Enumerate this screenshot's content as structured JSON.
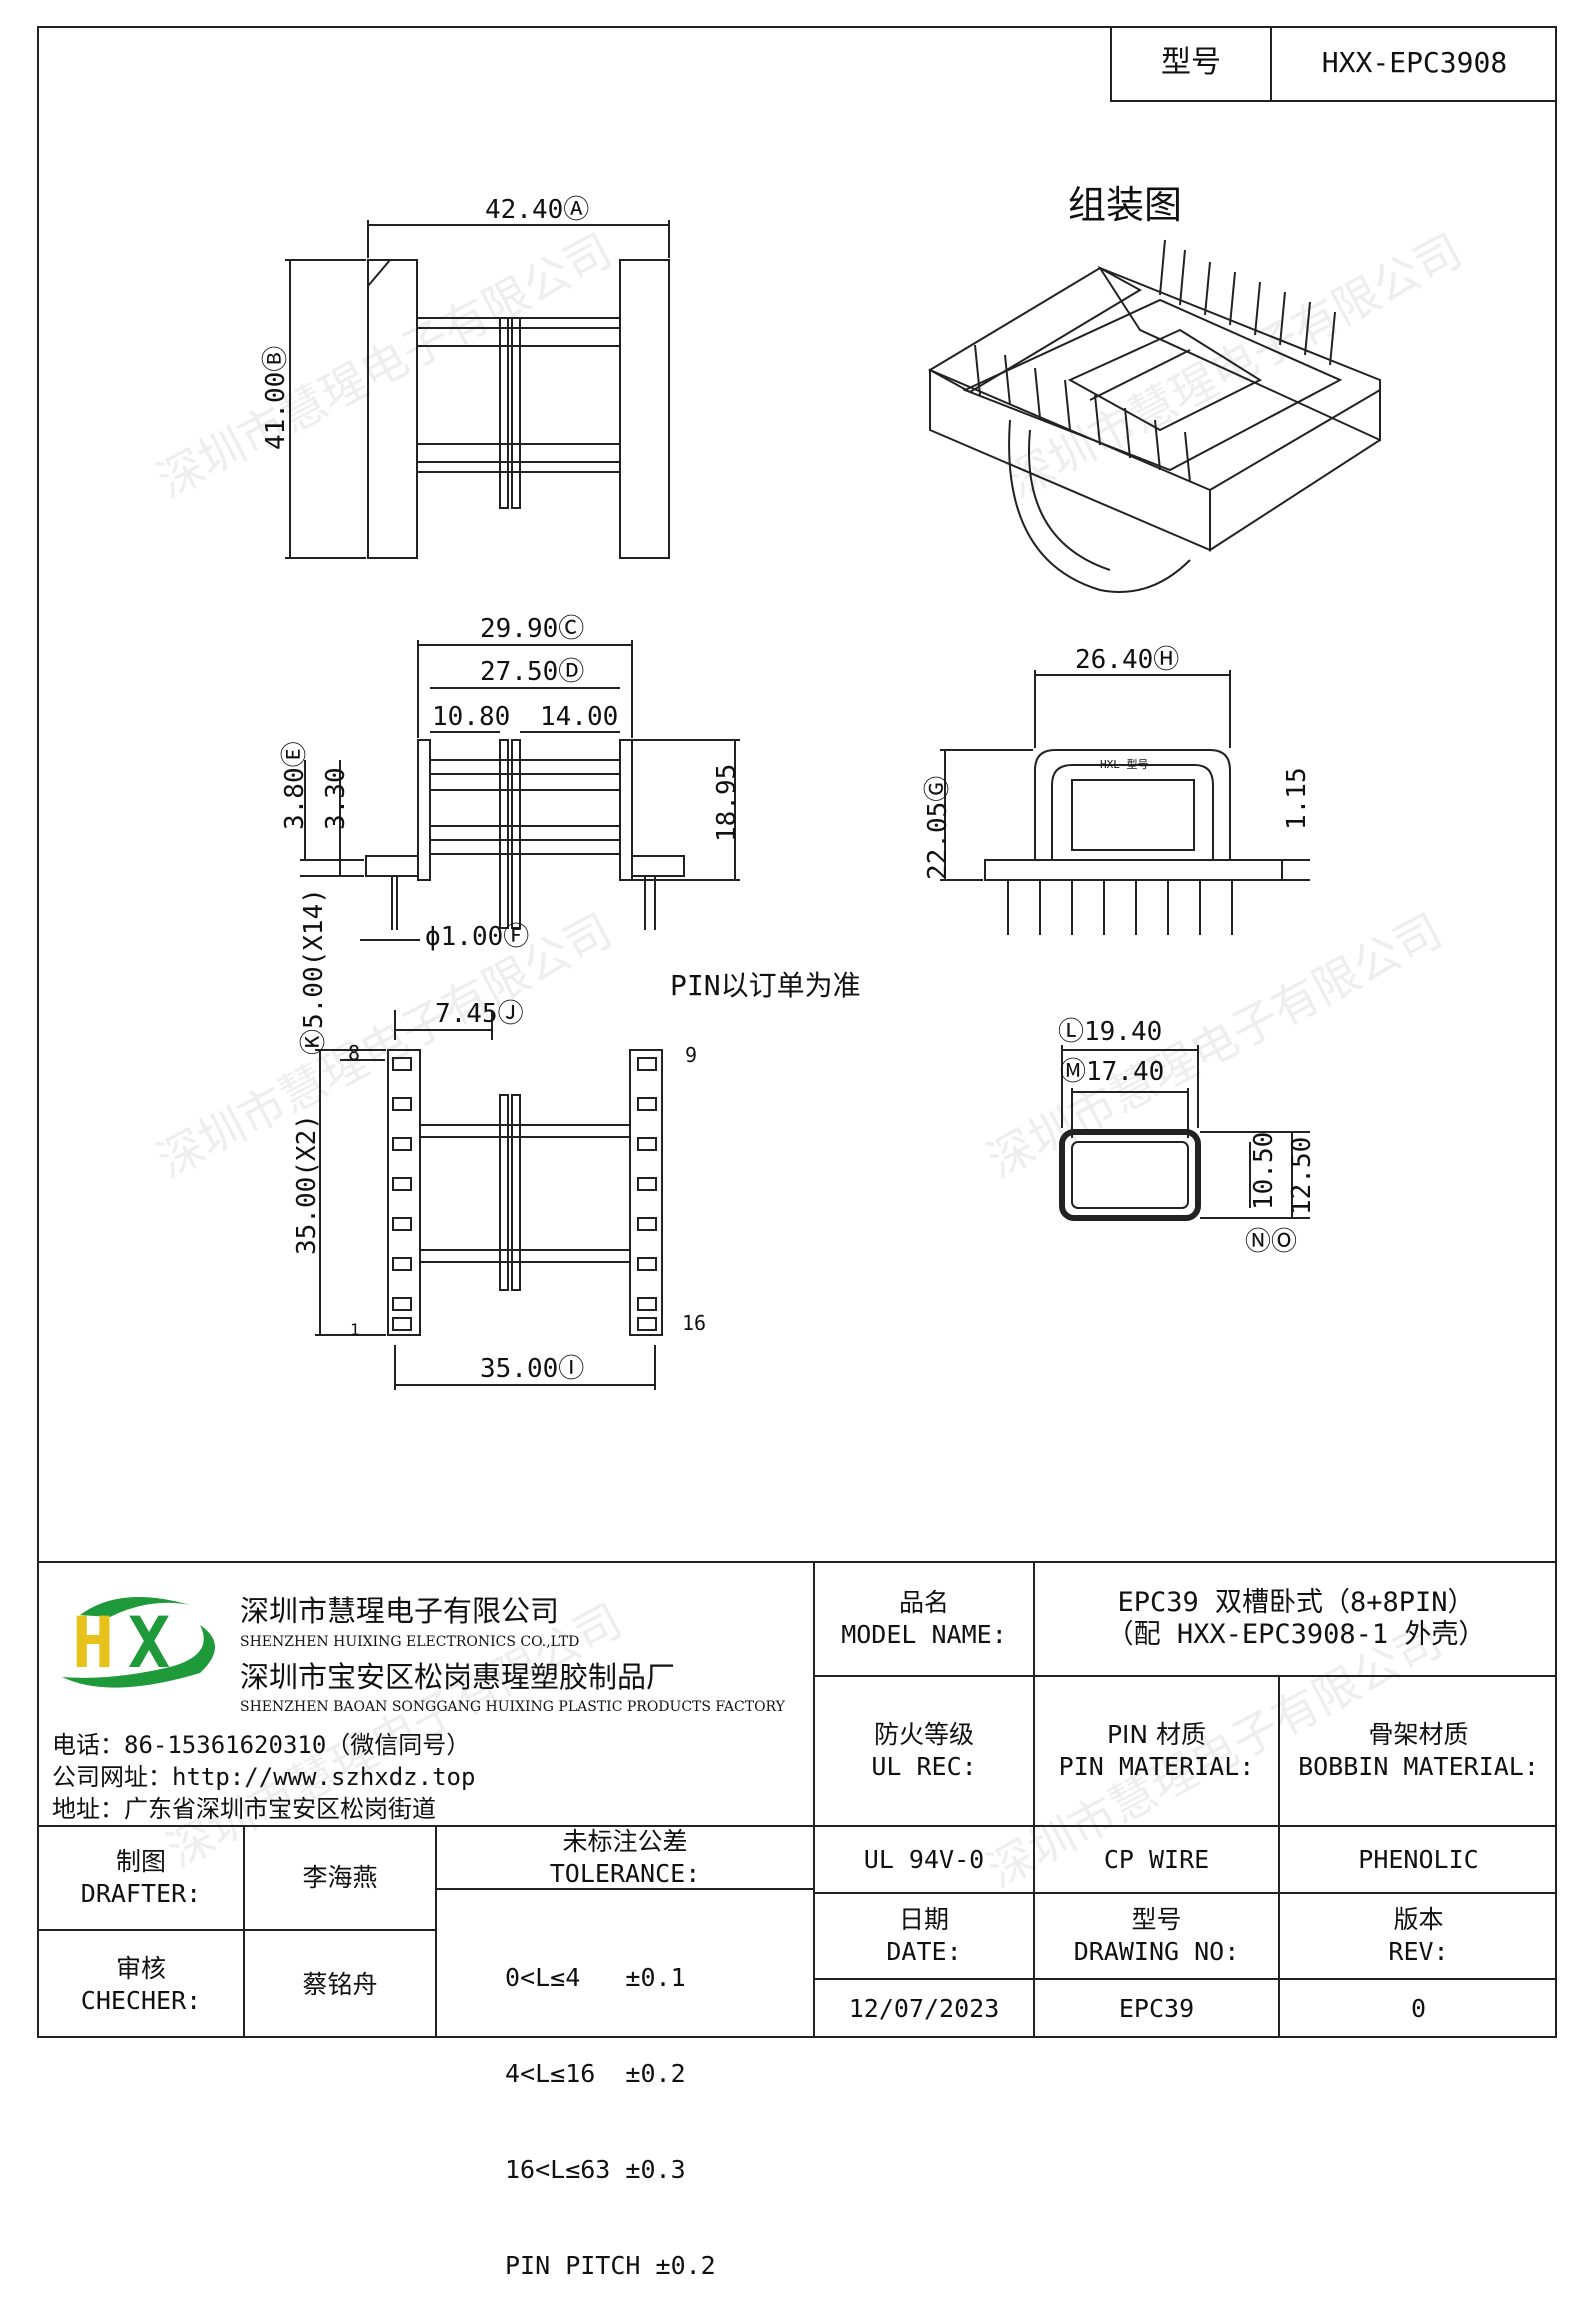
{
  "header": {
    "model_label": "型号",
    "model_value": "HXX-EPC3908"
  },
  "drawing": {
    "assembly_title": "组装图",
    "dim_A": "42.40Ⓐ",
    "dim_B": "41.00Ⓑ",
    "dim_C": "29.90Ⓒ",
    "dim_D": "27.50Ⓓ",
    "dim_left_gap": "10.80",
    "dim_right_gap": "14.00",
    "dim_E": "3.80Ⓔ",
    "dim_330": "3.30",
    "dim_1895": "18.95",
    "dim_F": "ϕ1.00Ⓕ",
    "pin_note": "PIN以订单为准",
    "dim_H": "26.40Ⓗ",
    "dim_G": "22.05Ⓖ",
    "dim_115": "1.15",
    "dim_K": "Ⓚ5.00(X14)",
    "dim_J": "7.45Ⓙ",
    "pin_8": "8",
    "pin_9": "9",
    "pin_16": "16",
    "pin_1": "1",
    "dim_35x2": "35.00(X2)",
    "dim_I": "35.00Ⓘ",
    "dim_L": "Ⓛ19.40",
    "dim_M": "Ⓜ17.40",
    "dim_1050": "10.50",
    "dim_1250": "12.50",
    "dim_NO": "ⓃⓄ",
    "bobbin_mark": "HXL  型号"
  },
  "company": {
    "logo_text": "HX",
    "name_cn": "深圳市慧瑆电子有限公司",
    "name_en": "SHENZHEN HUIXING ELECTRONICS CO.,LTD",
    "factory_cn": "深圳市宝安区松岗惠瑆塑胶制品厂",
    "factory_en": "SHENZHEN BAOAN SONGGANG HUIXING PLASTIC PRODUCTS FACTORY",
    "phone": "电话：86-15361620310（微信同号）",
    "website": "公司网址：http://www.szhxdz.top",
    "address": "地址：广东省深圳市宝安区松岗街道"
  },
  "title_block": {
    "model_name_cn": "品名",
    "model_name_en": "MODEL NAME:",
    "model_name_value_1": "EPC39 双槽卧式（8+8PIN）",
    "model_name_value_2": "（配 HXX-EPC3908-1 外壳）",
    "fire_cn": "防火等级",
    "fire_en": "UL REC:",
    "pin_mat_cn": "PIN 材质",
    "pin_mat_en": "PIN MATERIAL:",
    "bobbin_mat_cn": "骨架材质",
    "bobbin_mat_en": "BOBBIN MATERIAL:",
    "fire_value": "UL 94V-0",
    "pin_mat_value": "CP WIRE",
    "bobbin_mat_value": "PHENOLIC",
    "drafter_cn": "制图",
    "drafter_en": "DRAFTER:",
    "drafter_value": "李海燕",
    "checker_cn": "审核",
    "checker_en": "CHECHER:",
    "checker_value": "蔡铭舟",
    "tol_cn": "未标注公差",
    "tol_en": "TOLERANCE:",
    "tol_1": "0<L≤4   ±0.1",
    "tol_2": "4<L≤16  ±0.2",
    "tol_3": "16<L≤63 ±0.3",
    "tol_4": "PIN PITCH ±0.2",
    "date_cn": "日期",
    "date_en": "DATE:",
    "date_value": "12/07/2023",
    "dwg_cn": "型号",
    "dwg_en": "DRAWING NO:",
    "dwg_value": "EPC39",
    "rev_cn": "版本",
    "rev_en": "REV:",
    "rev_value": "0"
  },
  "watermark": "深圳市慧瑆电子有限公司",
  "colors": {
    "logo_green": "#1e9a3a",
    "logo_yellow": "#e6c21a",
    "line": "#222222"
  }
}
